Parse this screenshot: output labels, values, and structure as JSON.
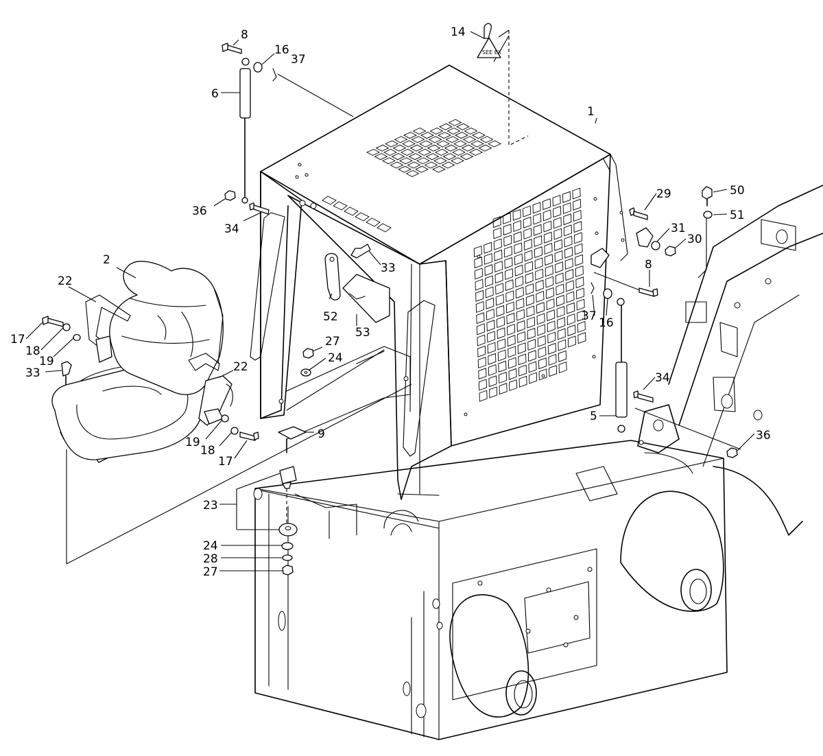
{
  "decal_text": "SEE EX",
  "labels": {
    "l1": "1",
    "l2": "2",
    "l5": "5",
    "l6": "6",
    "l8a": "8",
    "l8b": "8",
    "l9": "9",
    "l14": "14",
    "l16a": "16",
    "l16b": "16",
    "l17a": "17",
    "l17b": "17",
    "l18a": "18",
    "l18b": "18",
    "l19a": "19",
    "l19b": "19",
    "l22a": "22",
    "l22b": "22",
    "l23": "23",
    "l24a": "24",
    "l24b": "24",
    "l27a": "27",
    "l27b": "27",
    "l28": "28",
    "l29": "29",
    "l30": "30",
    "l31": "31",
    "l33a": "33",
    "l33b": "33",
    "l34a": "34",
    "l34b": "34",
    "l36a": "36",
    "l36b": "36",
    "l37a": "37",
    "l37b": "37",
    "l50": "50",
    "l51": "51",
    "l52": "52",
    "l53": "53"
  }
}
